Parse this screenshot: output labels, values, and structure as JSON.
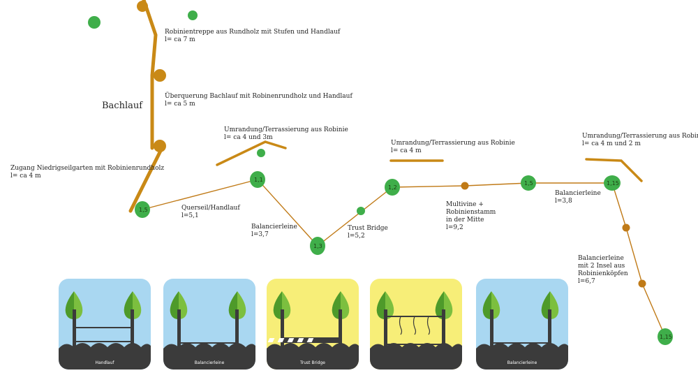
{
  "colors": {
    "wood": "#c98916",
    "node_green": "#3fae4a",
    "line_brown": "#c07a17",
    "sky_blue": "#a9d7f1",
    "sky_yellow": "#f7ee78",
    "ground": "#3b3b3b"
  },
  "labels": {
    "treppe": {
      "line1": "Robinientreppe aus Rundholz mit Stufen und Handlauf",
      "line2": "l= ca 7 m"
    },
    "ueberquerung": {
      "line1": "Überquerung Bachlauf mit Robinenrundholz und Handlauf",
      "line2": "l= ca 5 m"
    },
    "bachlauf": "Bachlauf",
    "zugang": {
      "line1": "Zugang Niedrigseilgarten mit Robinienrundholz",
      "line2": "l= ca 4 m"
    },
    "umrandung1": {
      "line1": "Umrandung/Terrassierung aus Robinie",
      "line2": "l= ca 4 und 3m"
    },
    "umrandung2": {
      "line1": "Umrandung/Terrassierung aus Robinie",
      "line2": "l= ca 4 m"
    },
    "umrandung3": {
      "line1": "Umrandung/Terrassierung aus Robinie",
      "line2": "l= ca 4 m und 2  m"
    },
    "querseil": {
      "line1": "Querseil/Handlauf",
      "line2": "l=5,1"
    },
    "balancier1": {
      "line1": "Balancierleine",
      "line2": "l=3,7"
    },
    "trust": {
      "line1": "Trust Bridge",
      "line2": "l=5,2"
    },
    "multivine": {
      "line1": "Multivine +",
      "line2": "Robinienstamm",
      "line3": "in der Mitte",
      "line4": "l=9,2"
    },
    "balancier2": {
      "line1": "Balancierleine",
      "line2": "l=3,8"
    },
    "balancier3": {
      "line1": "Balancierleine",
      "line2": "mit 2 Insel aus",
      "line3": "Robinienköpfen",
      "line4": "l=6,7"
    }
  },
  "nodes": {
    "n1": "1,5",
    "n2": "1,1",
    "n3": "1,3",
    "n4": "1,2",
    "n5": "1,5",
    "n6": "1,15",
    "n7": "1,15"
  },
  "icons": [
    {
      "caption": "Handlauf",
      "sky": "blue"
    },
    {
      "caption": "Balancierleine",
      "sky": "blue"
    },
    {
      "caption": "Trust Bridge",
      "sky": "yellow"
    },
    {
      "caption": "",
      "sky": "yellow"
    },
    {
      "caption": "Balancierleine",
      "sky": "blue"
    }
  ]
}
